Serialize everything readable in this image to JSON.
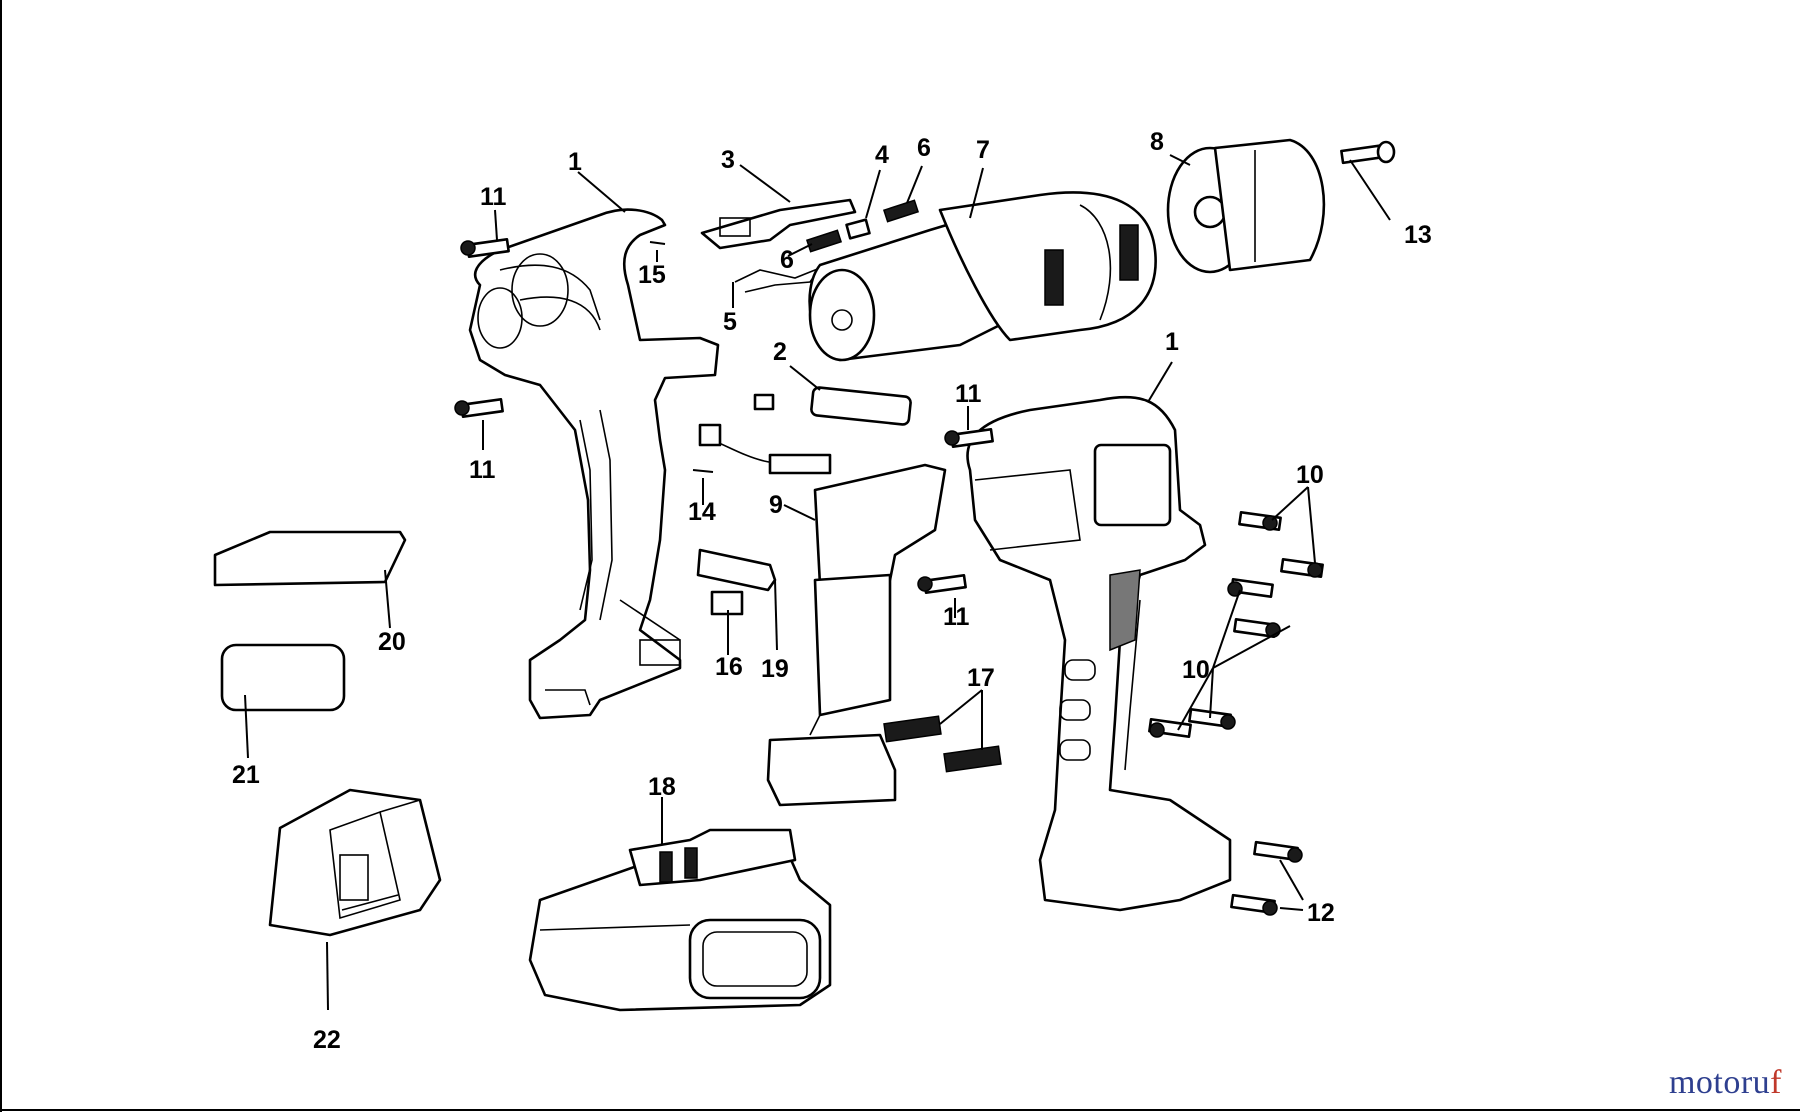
{
  "callouts": {
    "c1_top": "1",
    "c1_right": "1",
    "c2": "2",
    "c3": "3",
    "c4": "4",
    "c5": "5",
    "c6_top": "6",
    "c6_low": "6",
    "c7": "7",
    "c8": "8",
    "c9": "9",
    "c10_top": "10",
    "c10_low": "10",
    "c11_a": "11",
    "c11_b": "11",
    "c11_c": "11",
    "c11_d": "11",
    "c12": "12",
    "c13": "13",
    "c14": "14",
    "c15": "15",
    "c16": "16",
    "c17": "17",
    "c18": "18",
    "c19": "19",
    "c20": "20",
    "c21": "21",
    "c22": "22"
  },
  "watermark": {
    "part1": "motoru",
    "part2": "f"
  },
  "colors": {
    "watermark_blue": "#2e3f8f",
    "watermark_red": "#c0392b"
  }
}
